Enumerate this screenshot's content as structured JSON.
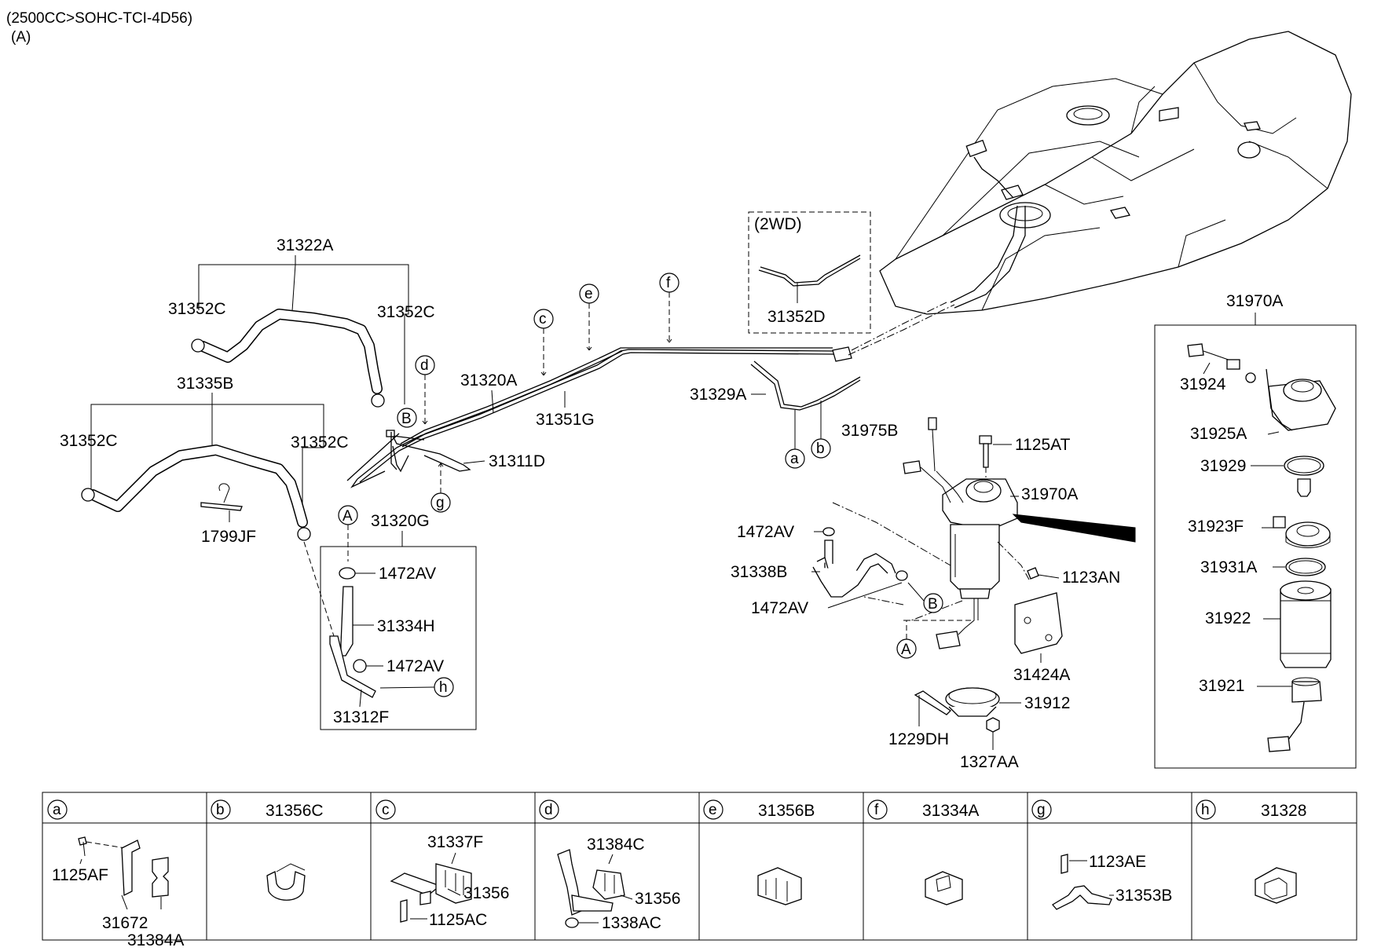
{
  "header": {
    "engine": "(2500CC>SOHC-TCI-4D56)",
    "variant": "(A)"
  },
  "labels": {
    "p31322A": "31322A",
    "p31352C_1": "31352C",
    "p31352C_2": "31352C",
    "p31335B": "31335B",
    "p31352C_3": "31352C",
    "p31352C_4": "31352C",
    "p1799JF": "1799JF",
    "p31320G": "31320G",
    "p1472AV_1": "1472AV",
    "p31334H": "31334H",
    "p1472AV_2": "1472AV",
    "p31312F": "31312F",
    "p31320A": "31320A",
    "p31351G": "31351G",
    "p31311D": "31311D",
    "p2wd": "(2WD)",
    "p31352D": "31352D",
    "p31329A": "31329A",
    "p31975B": "31975B",
    "p1125AT": "1125AT",
    "p31970A": "31970A",
    "p1472AV_3": "1472AV",
    "p31338B": "31338B",
    "p1472AV_4": "1472AV",
    "p1123AN": "1123AN",
    "p31424A": "31424A",
    "p31912": "31912",
    "p1229DH": "1229DH",
    "p1327AA": "1327AA",
    "p31970A_box": "31970A",
    "p31924": "31924",
    "p31925A": "31925A",
    "p31929": "31929",
    "p31923F": "31923F",
    "p31931A": "31931A",
    "p31922": "31922",
    "p31921": "31921"
  },
  "callouts": {
    "A1": "A",
    "A2": "A",
    "B1": "B",
    "B2": "B",
    "c": "c",
    "d": "d",
    "e": "e",
    "f": "f",
    "g": "g",
    "h": "h",
    "a": "a",
    "b": "b"
  },
  "legend": {
    "cells": [
      {
        "letter": "a",
        "title": "",
        "parts": [
          "1125AF",
          "31672",
          "31384A"
        ]
      },
      {
        "letter": "b",
        "title": "31356C",
        "parts": []
      },
      {
        "letter": "c",
        "title": "",
        "parts": [
          "31337F",
          "31356",
          "1125AC"
        ]
      },
      {
        "letter": "d",
        "title": "",
        "parts": [
          "31384C",
          "31356",
          "1338AC"
        ]
      },
      {
        "letter": "e",
        "title": "31356B",
        "parts": []
      },
      {
        "letter": "f",
        "title": "31334A",
        "parts": []
      },
      {
        "letter": "g",
        "title": "",
        "parts": [
          "1123AE",
          "31353B"
        ]
      },
      {
        "letter": "h",
        "title": "31328",
        "parts": []
      }
    ]
  }
}
